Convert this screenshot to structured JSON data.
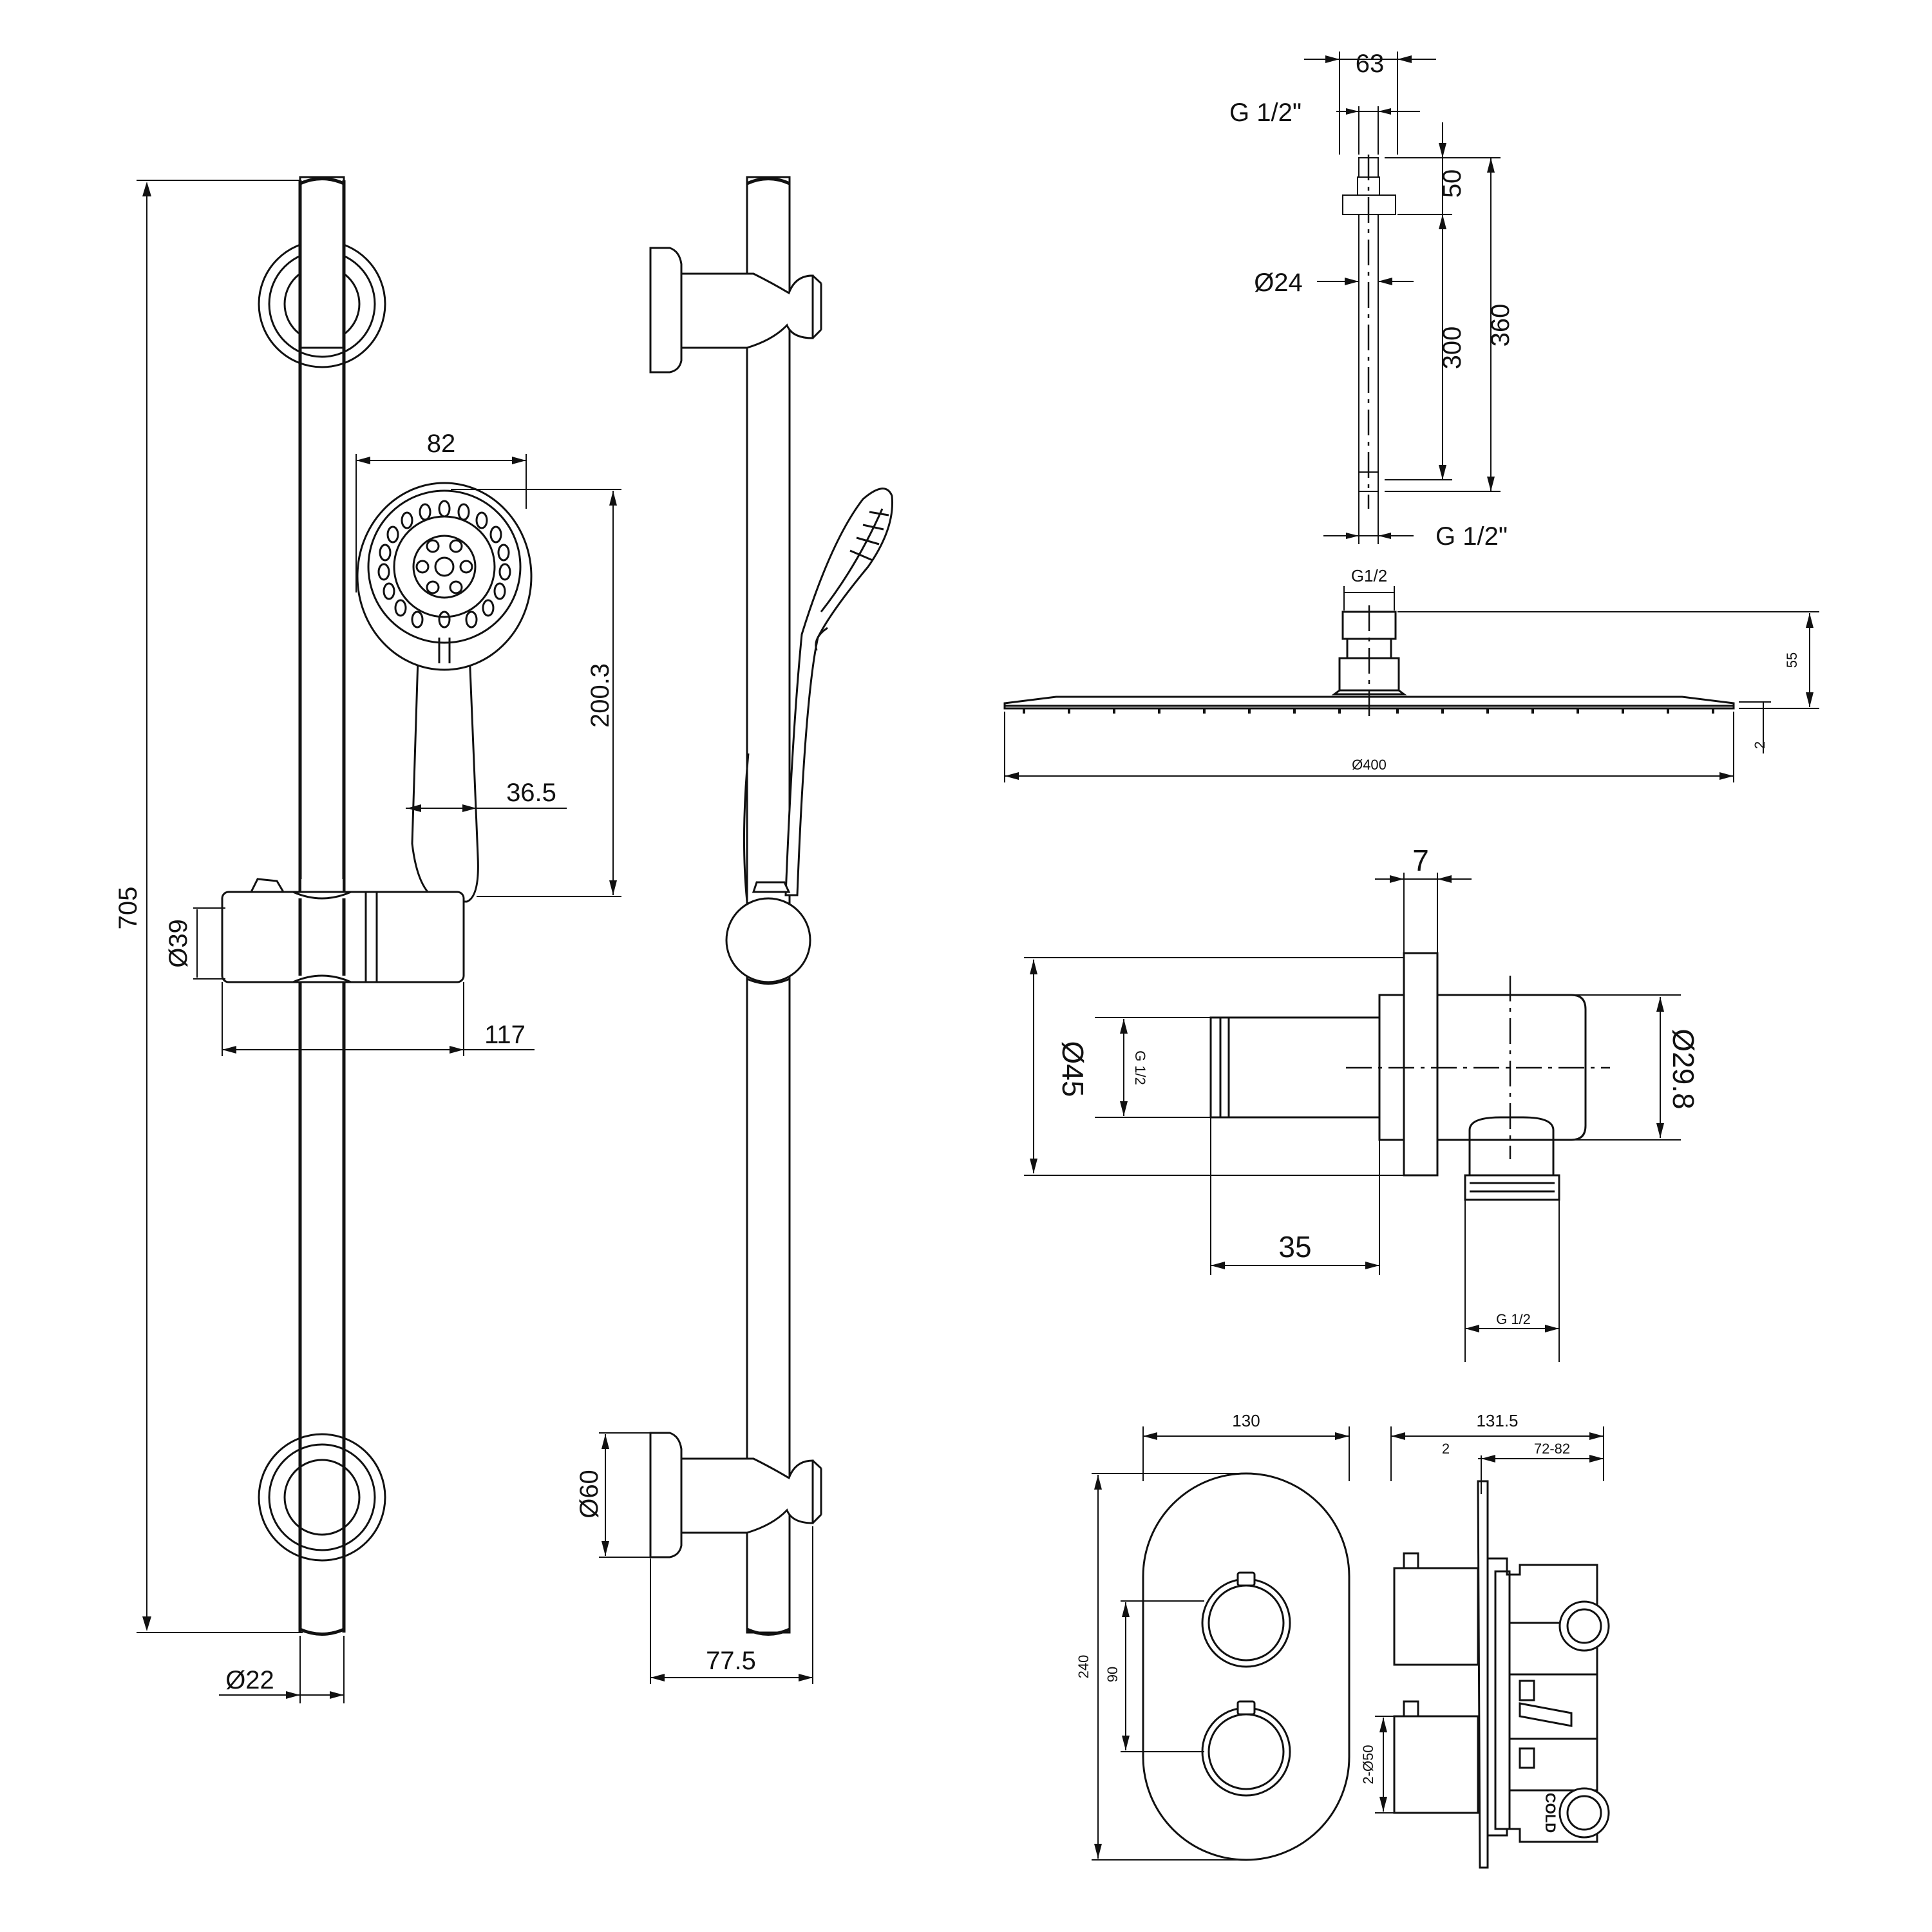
{
  "rail_front": {
    "overall_height": "705",
    "bracket_diameter": "Ø39",
    "handset_width": "82",
    "handset_length": "200.3",
    "handle_width": "36.5",
    "slider_depth": "117",
    "rail_diameter": "Ø22"
  },
  "rail_side": {
    "bracket_diameter": "Ø60",
    "projection": "77.5"
  },
  "ceiling_arm": {
    "width": "63",
    "thread_top": "G 1/2\"",
    "thread_length": "50",
    "arm_diameter": "Ø24",
    "arm_length": "300",
    "total_length": "360",
    "thread_bottom": "G 1/2\""
  },
  "shower_head": {
    "inlet": "G1/2",
    "height": "55",
    "plate_thickness": "2",
    "diameter": "Ø400"
  },
  "wall_outlet": {
    "flange_thickness": "7",
    "flange_diameter": "Ø45",
    "inlet_thread": "G 1/2",
    "body_diameter": "Ø29.8",
    "inlet_length": "35",
    "outlet_thread": "G 1/2"
  },
  "valve": {
    "plate_width": "130",
    "plate_height": "240",
    "handle_spacing": "90",
    "depth_total": "131.5",
    "plate_gap": "2",
    "wall_depth_range": "72-82",
    "handle_diameter": "2-Ø50",
    "cold_label": "COLD"
  }
}
